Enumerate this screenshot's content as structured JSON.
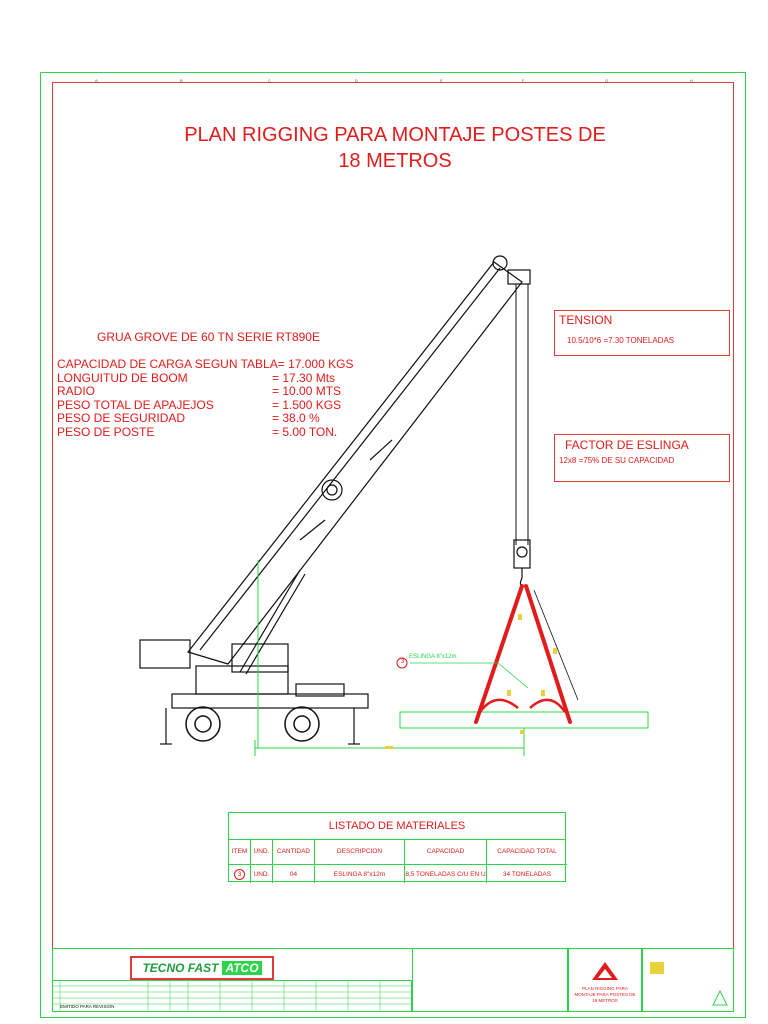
{
  "title": {
    "line1": "PLAN RIGGING PARA MONTAJE POSTES DE",
    "line2": "18 METROS"
  },
  "crane_name": "GRUA GROVE DE 60 TN SERIE RT890E",
  "specs": [
    {
      "label": "CAPACIDAD DE CARGA SEGUN TABLA",
      "value": "= 17.000 KGS",
      "inline": true
    },
    {
      "label": "LONGUITUD DE BOOM",
      "value": "= 17.30 Mts"
    },
    {
      "label": "RADIO",
      "value": "= 10.00 MTS"
    },
    {
      "label": "PESO TOTAL DE APAJEJOS",
      "value": "= 1.500 KGS"
    },
    {
      "label": "PESO DE SEGURIDAD",
      "value": "= 38.0 %"
    },
    {
      "label": "PESO DE POSTE",
      "value": "= 5.00 TON."
    }
  ],
  "tension": {
    "title": "TENSION",
    "text": "10.5/10*6 =7.30 TONELADAS"
  },
  "factor": {
    "title": "FACTOR DE ESLINGA",
    "text": "12x8 =75% DE SU CAPACIDAD"
  },
  "callout": {
    "number": "3",
    "label": "ESLINGA 8\"x12m"
  },
  "materials": {
    "title": "LISTADO DE MATERIALES",
    "headers": [
      "ITEM",
      "UND.",
      "CANTIDAD",
      "DESCRIPCION",
      "CAPACIDAD",
      "CAPACIDAD TOTAL"
    ],
    "row": [
      "3",
      "UND.",
      "04",
      "ESLINGA 8\"x12m",
      "8,5 TONELADAS C/U EN U",
      "34 TONELADAS"
    ]
  },
  "title_block": {
    "logo_text": "TECNO FAST",
    "logo_text2": "ATCO",
    "drawing_title": "PLAN RIGGING PARA MONTAJE PARA POSTES DE 18 METROS",
    "row_label": "EMITIDO PARA REVISION"
  },
  "colors": {
    "frame": "#2bd44a",
    "text": "#e21b1b",
    "sling": "#e21b1b",
    "crane": "#111111"
  }
}
